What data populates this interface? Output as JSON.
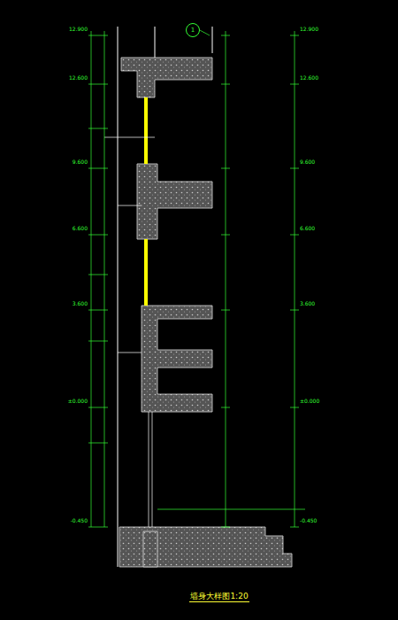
{
  "diagram": {
    "title": "墙身大样图1:20",
    "nodes": [
      {
        "text": [
          "1"
        ]
      }
    ],
    "labels": [
      "12.900",
      "12.600",
      "9.600",
      "6.600",
      "3.600",
      "±0.000",
      "-0.450",
      "12.900",
      "12.600",
      "9.600",
      "6.600",
      "3.600",
      "±0.000",
      "-0.450"
    ]
  }
}
